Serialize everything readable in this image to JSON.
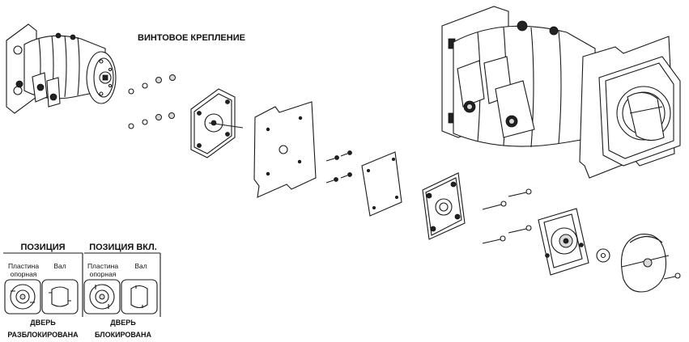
{
  "title": "ВИНТОВОЕ КРЕПЛЕНИЕ",
  "legend": {
    "position_off": {
      "header": "ПОЗИЦИЯ",
      "plate_label_line1": "Пластина",
      "plate_label_line2": "опорная",
      "shaft_label": "Вал",
      "status_line1": "ДВЕРЬ",
      "status_line2": "РАЗБЛОКИРОВАНА"
    },
    "position_on": {
      "header": "ПОЗИЦИЯ ВКЛ.",
      "plate_label_line1": "Пластина",
      "plate_label_line2": "опорная",
      "shaft_label": "Вал",
      "status_line1": "ДВЕРЬ",
      "status_line2": "БЛОКИРОВАНА"
    }
  }
}
